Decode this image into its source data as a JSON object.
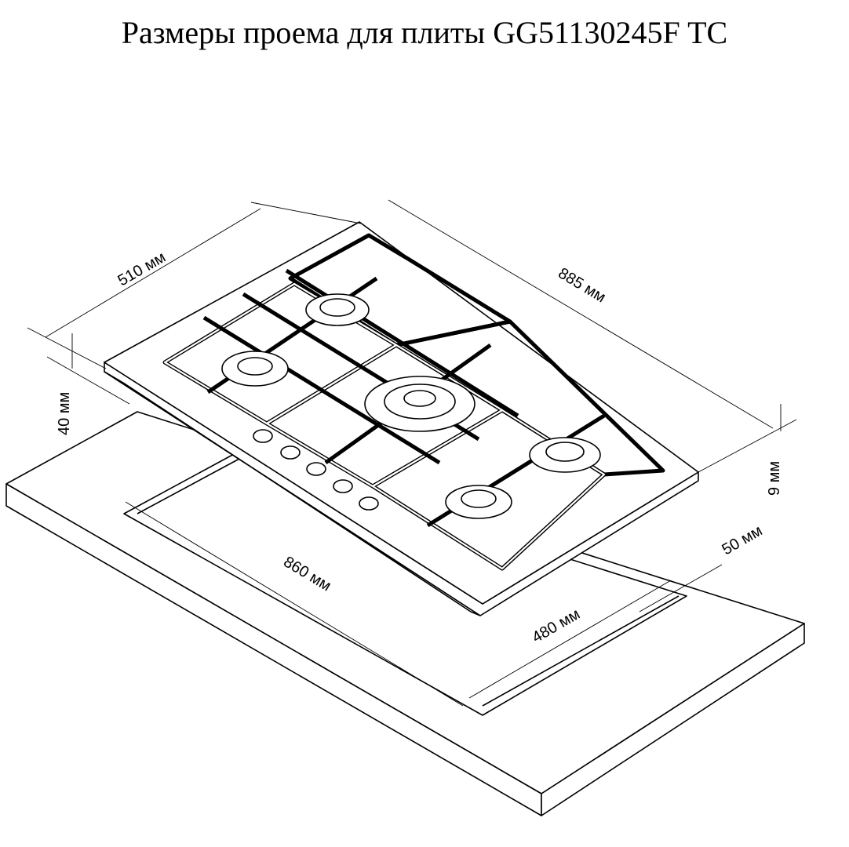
{
  "title": "Размеры проема для плиты GG51130245F TC",
  "dimensions": {
    "hob_depth": "510 мм",
    "hob_width": "885 мм",
    "hob_height": "40 мм",
    "glass_thickness": "9 мм",
    "cutout_width": "860 мм",
    "cutout_depth": "480 мм",
    "edge_offset": "50 мм"
  }
}
